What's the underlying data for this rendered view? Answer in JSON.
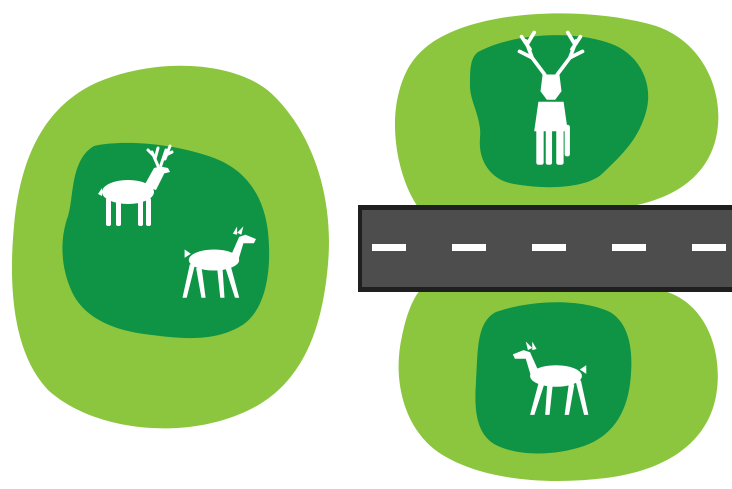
{
  "colors": {
    "background": "#ffffff",
    "outer_habitat": "#8cc63f",
    "core_habitat": "#0f9345",
    "animal": "#ffffff",
    "road_surface": "#4d4d4d",
    "road_edge": "#1f1f1f",
    "road_marking": "#ffffff"
  },
  "habitats": [
    {
      "name": "large-habitat-left",
      "animals": [
        "stag-icon",
        "doe-icon"
      ]
    },
    {
      "name": "habitat-top-right",
      "animals": [
        "stag-icon"
      ]
    },
    {
      "name": "habitat-bottom-right",
      "animals": [
        "doe-icon"
      ]
    }
  ],
  "road": {
    "icon": "road-icon",
    "lane_dashes": 5
  }
}
